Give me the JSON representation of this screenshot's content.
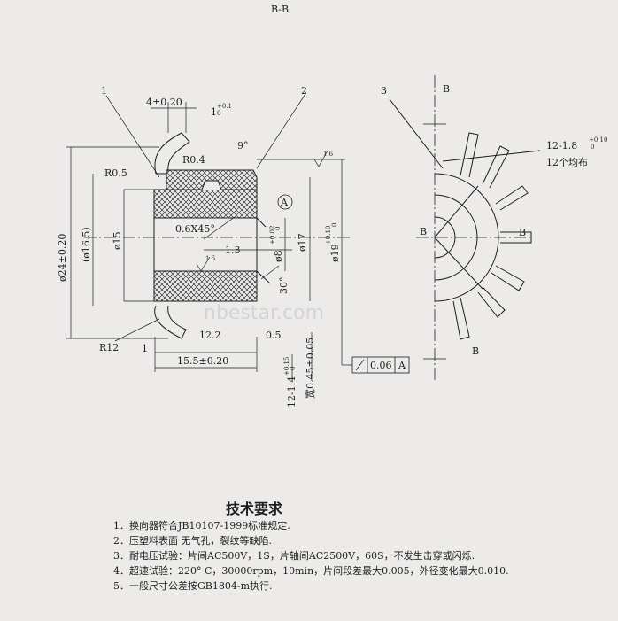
{
  "drawing": {
    "section_title": "B-B",
    "balloons": [
      "1",
      "2",
      "3"
    ],
    "datum": "A",
    "section_letter": "B",
    "dims": {
      "d_4": "4±0.20",
      "d_1": "1",
      "d_1tol": "+0.1",
      "d_1tol2": "0",
      "d_9deg": "9°",
      "d_r04": "R0.4",
      "d_r05": "R0.5",
      "d_24": "ø24±0.20",
      "d_165": "(ø16.5)",
      "d_15": "ø15",
      "d_chamfer": "0.6X45°",
      "d_13": "1.3",
      "d_8": "ø8",
      "d_8tol": "+0.02",
      "d_8tol2": "0",
      "d_17": "ø17",
      "d_19": "ø19",
      "d_19tol": "+0.10",
      "d_19tol2": "0",
      "d_30deg": "30°",
      "d_r12": "R12",
      "d_122": "12.2",
      "d_05": "0.5",
      "d_1b": "1",
      "d_155": "15.5±0.20",
      "d_12_14": "12-1.4",
      "d_12_14tol": "+0.15",
      "d_12_14tol2": "0",
      "d_width": "宽0.45±0.05",
      "rough1": "1.6",
      "rough2": "1.6",
      "d_12_18": "12-1.8",
      "d_12_18tol": "+0.10",
      "d_12_18tol2": "0",
      "d_uniform": "12个均布",
      "fcf_tol": "0.06",
      "fcf_datum": "A"
    },
    "watermark": "nbestar.com"
  },
  "requirements": {
    "title": "技术要求",
    "items": [
      "1．换向器符合JB10107-1999标准规定.",
      "2．压塑料表面 无气孔，裂纹等缺陷.",
      "3．耐电压试验：片间AC500V，1S，片轴间AC2500V，60S，不发生击穿或闪烁.",
      "4．超速试验：220° C，30000rpm，10min，片间段差最大0.005，外径变化最大0.010.",
      "5．一般尺寸公差按GB1804-m执行."
    ]
  }
}
